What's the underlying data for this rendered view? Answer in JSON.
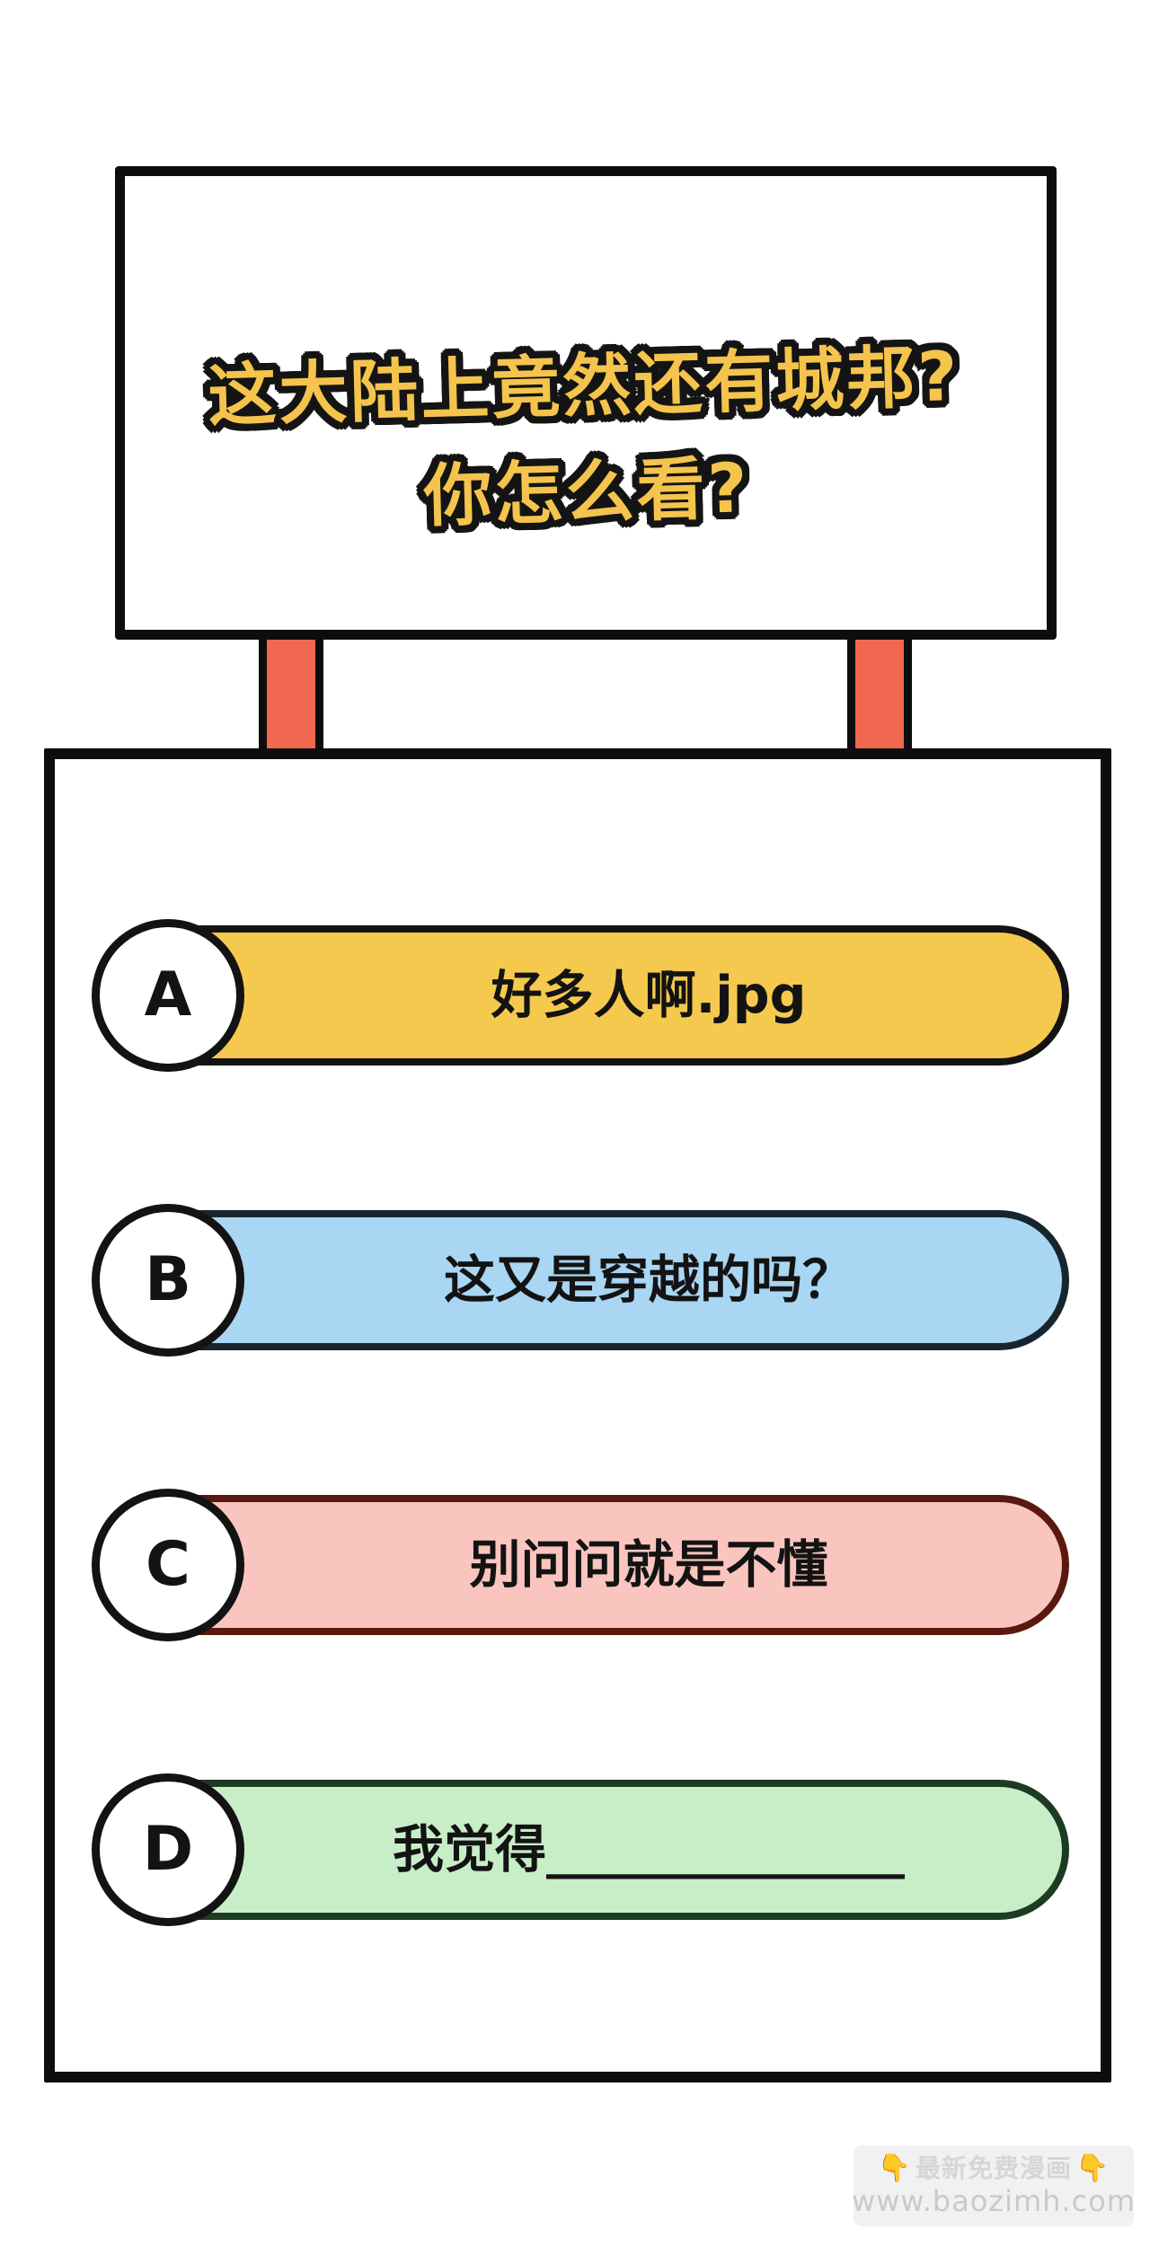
{
  "sign": {
    "title_line1": "这大陆上竟然还有城邦?",
    "title_line2": "你怎么看?",
    "title_color": "#F4C44C",
    "outline_color": "#141414"
  },
  "posts": {
    "color": "#F2674F"
  },
  "poll": {
    "options": [
      {
        "letter": "A",
        "label": "好多人啊.jpg",
        "fill": "#F5C94E",
        "border": "#131313"
      },
      {
        "letter": "B",
        "label": "这又是穿越的吗？",
        "fill": "#A8D6F3",
        "border": "#17262E"
      },
      {
        "letter": "C",
        "label": "别问问就是不懂",
        "fill": "#F9C5BE",
        "border": "#5A190E"
      },
      {
        "letter": "D",
        "label": "我觉得______________",
        "fill": "#C8EEC7",
        "border": "#1D3A22"
      }
    ]
  },
  "watermark": {
    "left_icon": "👇",
    "line1": "最新免费漫画",
    "right_icon": "👇",
    "url": "www.baozimh.com",
    "bg": "#F1F1F1",
    "line1_color": "#D6D6D6",
    "url_color": "#C9C9C9"
  }
}
